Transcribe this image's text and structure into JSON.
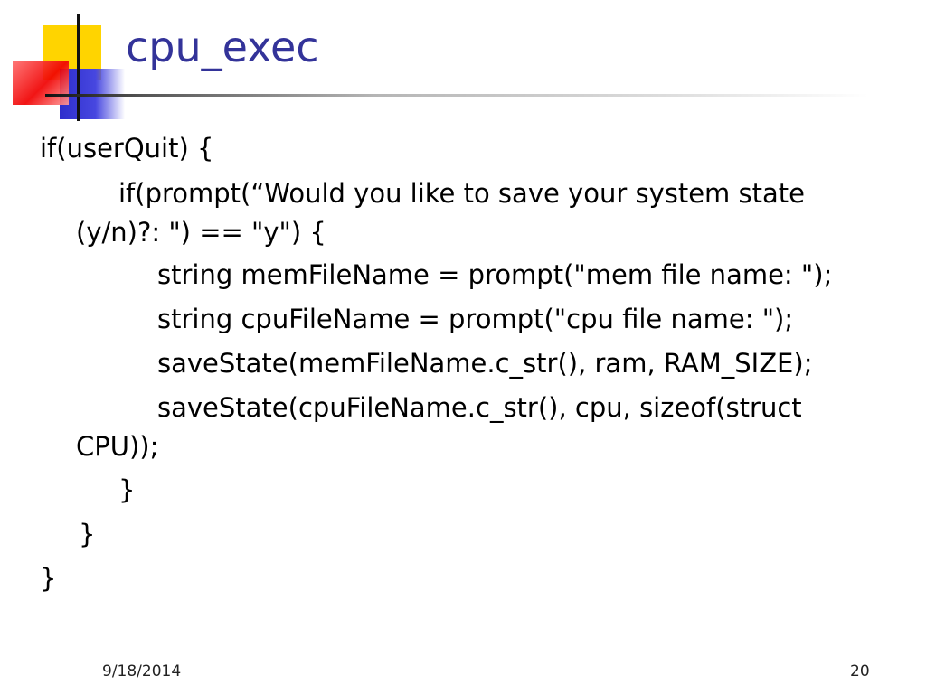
{
  "slide": {
    "title": "cpu_exec",
    "code_lines": [
      "if(userQuit) {",
      "if(prompt(“Would you like to save your system state",
      "(y/n)?: \") == \"y\") {",
      "string memFileName = prompt(\"mem file name: \");",
      "string cpuFileName = prompt(\"cpu file name: \");",
      "saveState(memFileName.c_str(), ram, RAM_SIZE);",
      "saveState(cpuFileName.c_str(), cpu, sizeof(struct",
      "CPU));",
      "}",
      "}",
      "}"
    ],
    "footer": {
      "date": "9/18/2014",
      "page_number": "20"
    }
  },
  "colors": {
    "title": "#333399",
    "logo_yellow": "#ffd400",
    "logo_blue": "#2e2ecc",
    "logo_red": "#f00000"
  }
}
